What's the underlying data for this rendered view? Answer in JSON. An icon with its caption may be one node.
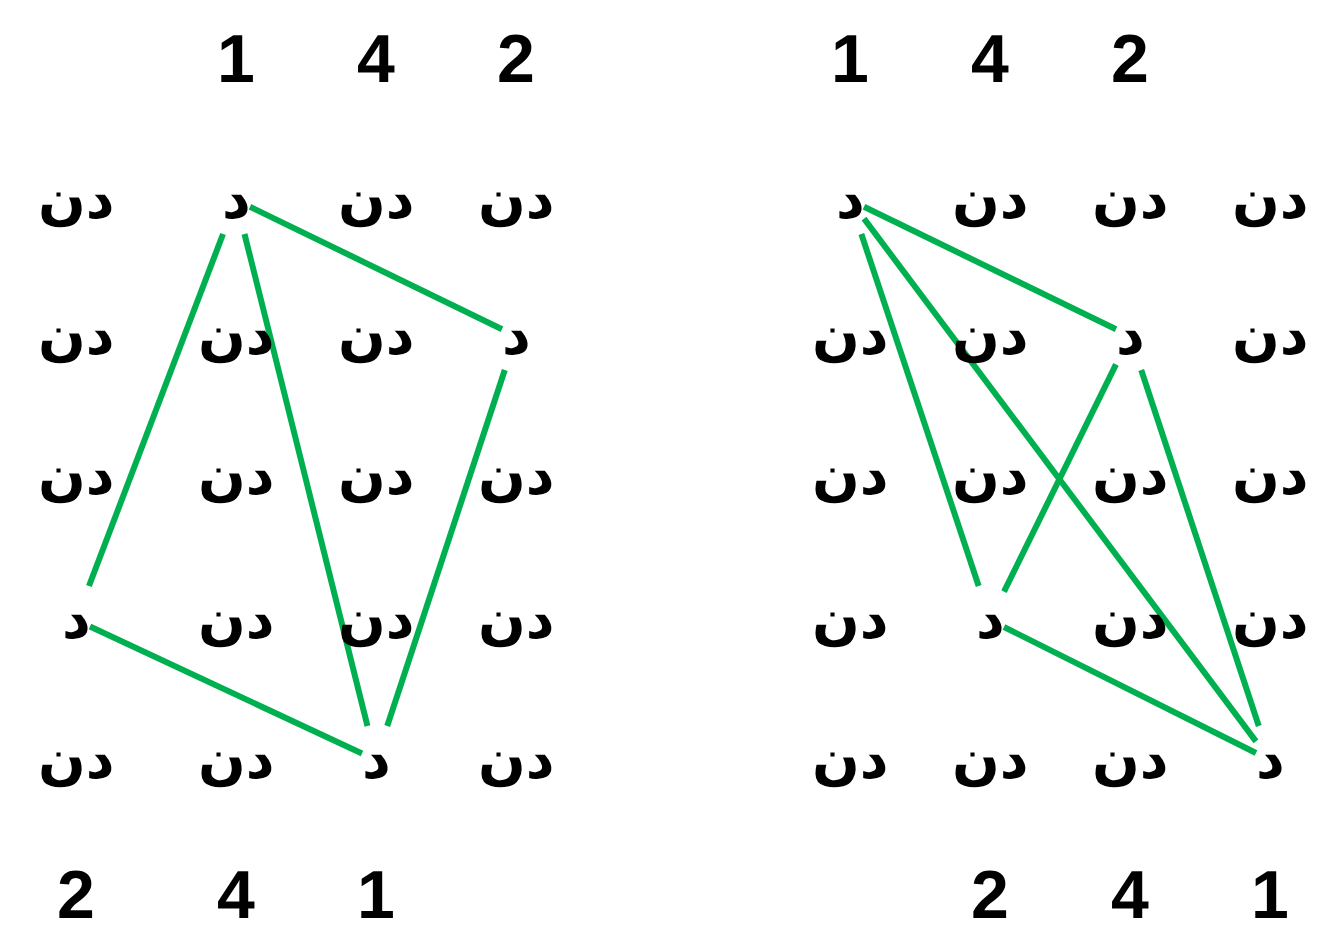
{
  "diagram": {
    "nodes": [
      {
        "text": [
          "دن"
        ]
      },
      {
        "text": [
          "د"
        ]
      },
      {
        "text": [
          "دن"
        ]
      },
      {
        "text": [
          "دن"
        ]
      },
      {
        "text": [
          "دن"
        ]
      },
      {
        "text": [
          "دن"
        ]
      },
      {
        "text": [
          "دن"
        ]
      },
      {
        "text": [
          "د"
        ]
      },
      {
        "text": [
          "دن"
        ]
      },
      {
        "text": [
          "دن"
        ]
      },
      {
        "text": [
          "دن"
        ]
      },
      {
        "text": [
          "دن"
        ]
      },
      {
        "text": [
          "د"
        ]
      },
      {
        "text": [
          "دن"
        ]
      },
      {
        "text": [
          "دن"
        ]
      },
      {
        "text": [
          "دن"
        ]
      },
      {
        "text": [
          "دن"
        ]
      },
      {
        "text": [
          "دن"
        ]
      },
      {
        "text": [
          "د"
        ]
      },
      {
        "text": [
          "دن"
        ]
      },
      {
        "text": [
          "د"
        ]
      },
      {
        "text": [
          "دن"
        ]
      },
      {
        "text": [
          "دن"
        ]
      },
      {
        "text": [
          "دن"
        ]
      },
      {
        "text": [
          "دن"
        ]
      },
      {
        "text": [
          "دن"
        ]
      },
      {
        "text": [
          "د"
        ]
      },
      {
        "text": [
          "دن"
        ]
      },
      {
        "text": [
          "دن"
        ]
      },
      {
        "text": [
          "دن"
        ]
      },
      {
        "text": [
          "دن"
        ]
      },
      {
        "text": [
          "دن"
        ]
      },
      {
        "text": [
          "دن"
        ]
      },
      {
        "text": [
          "د"
        ]
      },
      {
        "text": [
          "دن"
        ]
      },
      {
        "text": [
          "دن"
        ]
      },
      {
        "text": [
          "دن"
        ]
      },
      {
        "text": [
          "دن"
        ]
      },
      {
        "text": [
          "دن"
        ]
      },
      {
        "text": [
          "د"
        ]
      }
    ],
    "edges": [
      {
        "from": 1,
        "to": 7,
        "arrow": "none"
      },
      {
        "from": 7,
        "to": 18,
        "arrow": "none"
      },
      {
        "from": 1,
        "to": 18,
        "arrow": "none"
      },
      {
        "from": 1,
        "to": 12,
        "arrow": "none"
      },
      {
        "from": 12,
        "to": 18,
        "arrow": "none"
      },
      {
        "from": 20,
        "to": 26,
        "arrow": "none"
      },
      {
        "from": 20,
        "to": 33,
        "arrow": "none"
      },
      {
        "from": 20,
        "to": 39,
        "arrow": "none"
      },
      {
        "from": 26,
        "to": 33,
        "arrow": "none"
      },
      {
        "from": 26,
        "to": 39,
        "arrow": "none"
      },
      {
        "from": 33,
        "to": 39,
        "arrow": "none"
      }
    ],
    "labels": [
      "1",
      "4",
      "2",
      "2",
      "4",
      "1",
      "1",
      "4",
      "2",
      "2",
      "4",
      "1"
    ]
  }
}
